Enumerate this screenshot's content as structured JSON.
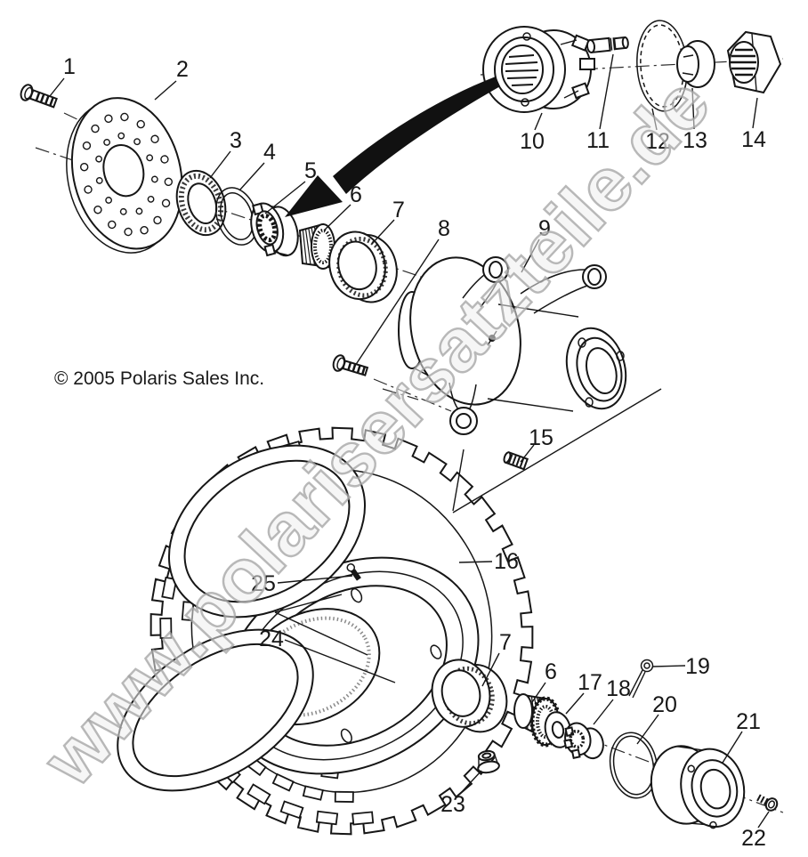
{
  "copyright": {
    "text": "© 2005 Polaris Sales Inc."
  },
  "watermark": {
    "text": "www.polarisersatzteile.de"
  },
  "callouts": [
    {
      "num": "1"
    },
    {
      "num": "2"
    },
    {
      "num": "3"
    },
    {
      "num": "4"
    },
    {
      "num": "5"
    },
    {
      "num": "6"
    },
    {
      "num": "7"
    },
    {
      "num": "8"
    },
    {
      "num": "9"
    },
    {
      "num": "10"
    },
    {
      "num": "11"
    },
    {
      "num": "12"
    },
    {
      "num": "13"
    },
    {
      "num": "14"
    },
    {
      "num": "15"
    },
    {
      "num": "16"
    },
    {
      "num": "25"
    },
    {
      "num": "24"
    },
    {
      "num": "7"
    },
    {
      "num": "6"
    },
    {
      "num": "17"
    },
    {
      "num": "18"
    },
    {
      "num": "19"
    },
    {
      "num": "20"
    },
    {
      "num": "21"
    },
    {
      "num": "23"
    },
    {
      "num": "22"
    }
  ]
}
